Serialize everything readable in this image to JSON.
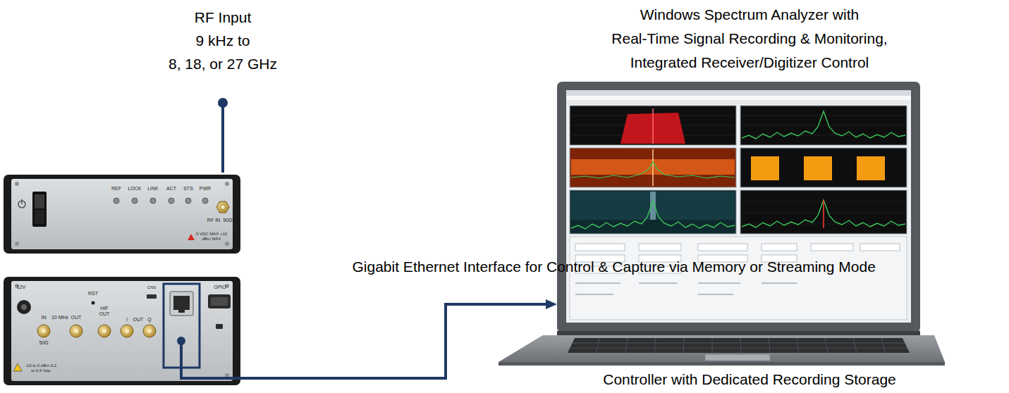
{
  "diagram": {
    "nodes": [
      {
        "text": [
          "REF",
          "LOCK",
          "LINK",
          "ACT",
          "STS",
          "PWR",
          "RF IN",
          "50Ω",
          "0 VDC MAX +10 dBm MAX"
        ]
      },
      {
        "text": [
          "12V",
          "IN",
          "10 MHz",
          "OUT",
          "50Ω",
          "RST",
          "HIF OUT",
          "I",
          "OUT",
          "Q",
          "CNS",
          "GPIO",
          "-10 to 0 dBm 0.2 to 0.6 Vpp"
        ]
      },
      {
        "text": [
          "Windows Spectrum Analyzer with",
          "Real-Time Signal Recording & Monitoring,",
          "Integrated Receiver/Digitizer Control",
          "Controller with Dedicated Recording Storage"
        ]
      }
    ],
    "edges": [
      {
        "from": 1,
        "to": 2,
        "arrow": "to",
        "label": "Gigabit Ethernet Interface for Control & Capture via Memory or Streaming Mode"
      }
    ],
    "labels": [
      "RF Input",
      "9 kHz to",
      "8, 18, or 27 GHz"
    ]
  }
}
